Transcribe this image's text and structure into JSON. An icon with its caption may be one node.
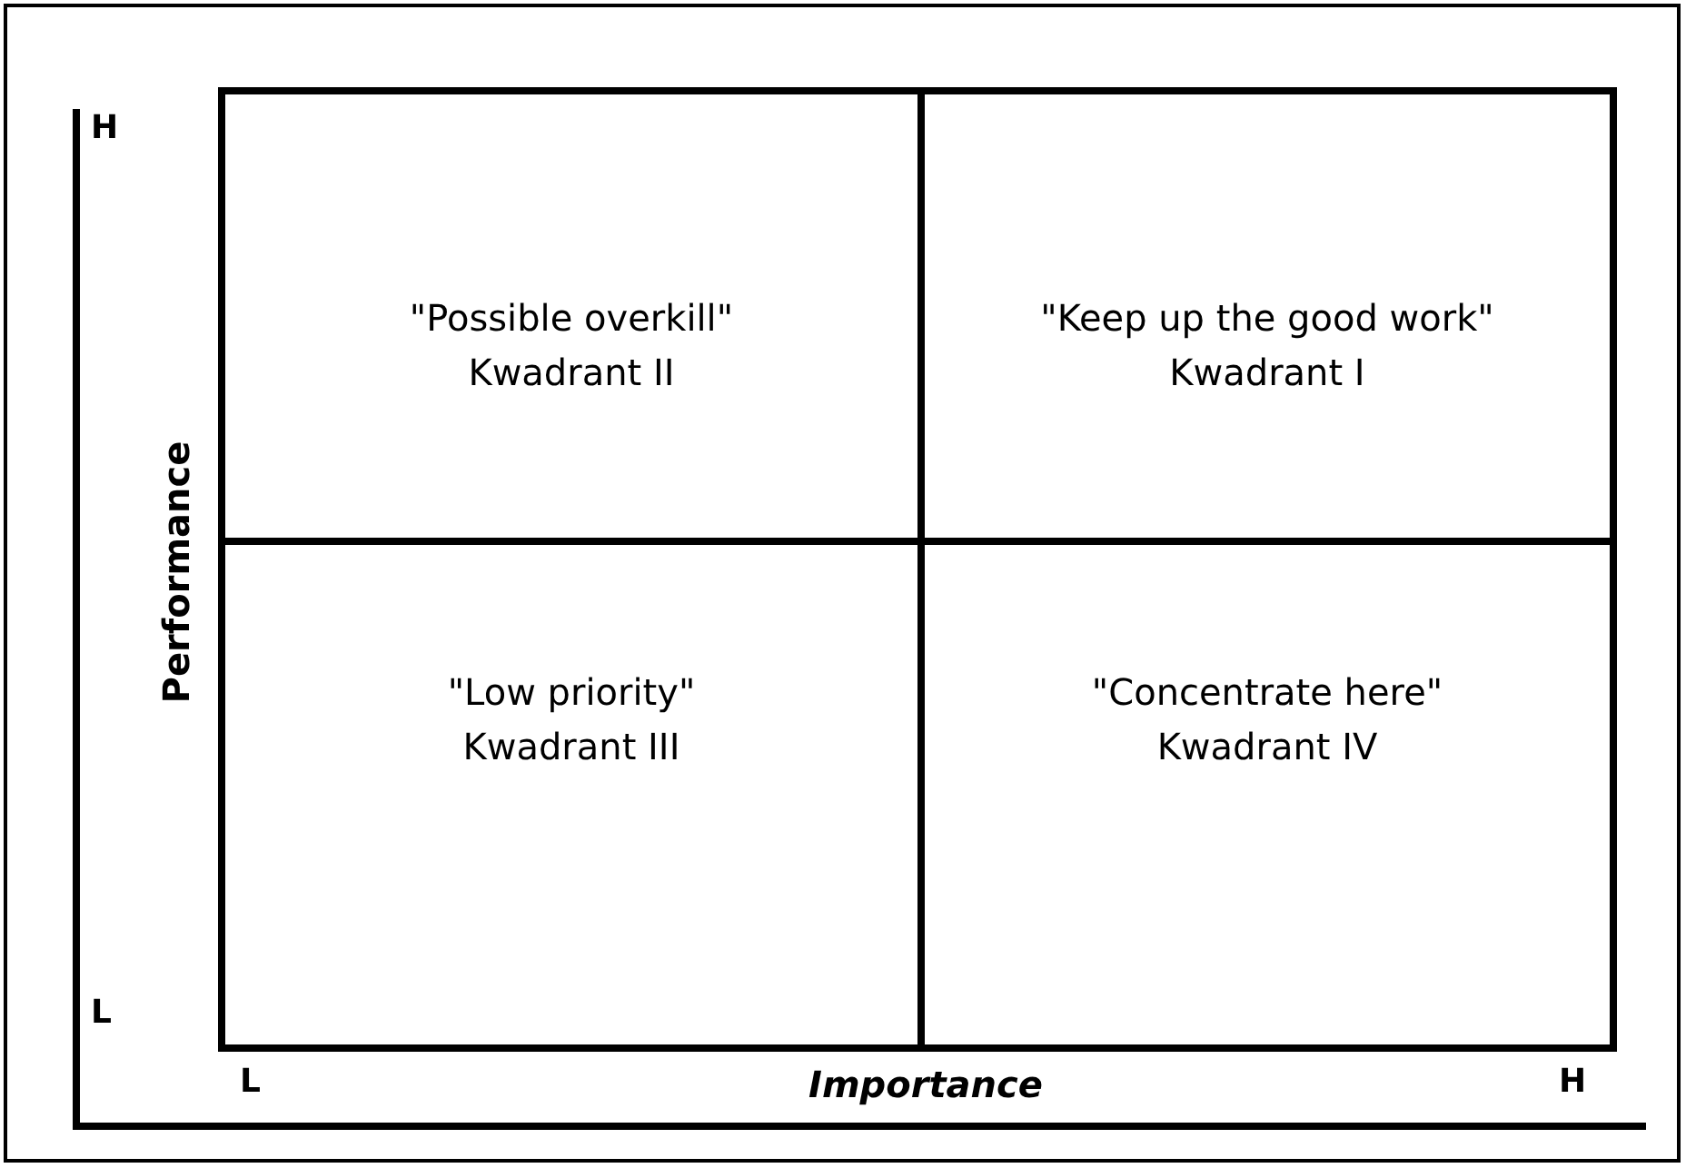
{
  "diagram": {
    "nodes": [
      {
        "text": [
          "\"Possible overkill\"",
          "Kwadrant II"
        ]
      },
      {
        "text": [
          "\"Keep up the good work\"",
          "Kwadrant I"
        ]
      },
      {
        "text": [
          "\"Low priority\"",
          "Kwadrant III"
        ]
      },
      {
        "text": [
          "\"Concentrate here\"",
          "Kwadrant IV"
        ]
      }
    ],
    "edges": [],
    "labels": [
      "H",
      "Performance",
      "L",
      "L",
      "Importance",
      "H"
    ]
  }
}
